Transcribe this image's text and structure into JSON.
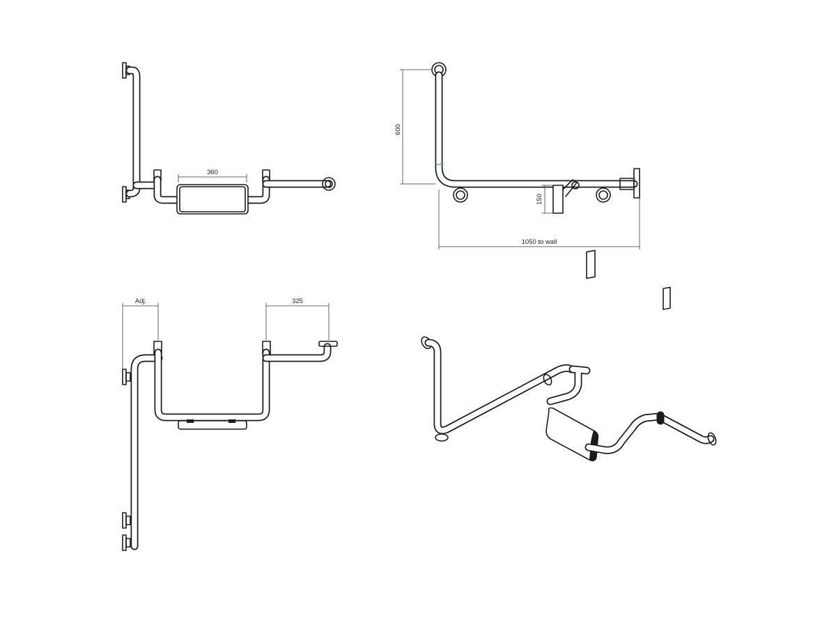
{
  "dimensions": {
    "seat_width": "360",
    "vertical_height": "600",
    "seat_height": "150",
    "length_to_wall": "1050 to wall",
    "adjustable": "Adj.",
    "arm_offset": "325"
  },
  "colors": {
    "line": "#1c1c1c",
    "accent": "#3aa636"
  }
}
